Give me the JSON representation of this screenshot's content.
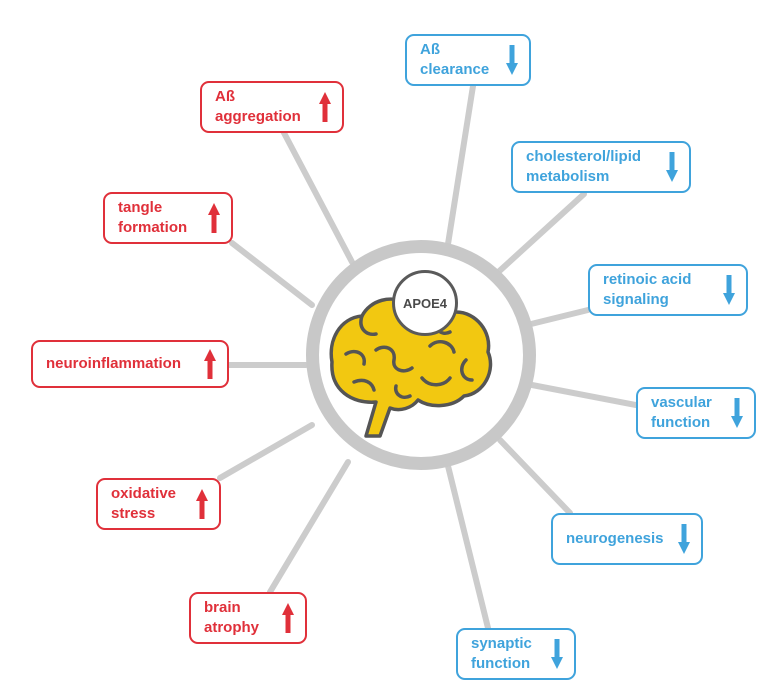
{
  "center": {
    "label": "APOE4",
    "icon": "brain-icon",
    "brain_color": "#f2c811"
  },
  "colors": {
    "increase": "#e0303a",
    "decrease": "#3fa3dc",
    "connector": "#cccccc"
  },
  "increased": [
    {
      "id": "ab-aggregation",
      "label": "Aß\naggregation",
      "direction": "up"
    },
    {
      "id": "tangle-formation",
      "label": "tangle\nformation",
      "direction": "up"
    },
    {
      "id": "neuroinflammation",
      "label": "neuroinflammation",
      "direction": "up"
    },
    {
      "id": "oxidative-stress",
      "label": "oxidative\nstress",
      "direction": "up"
    },
    {
      "id": "brain-atrophy",
      "label": "brain\natrophy",
      "direction": "up"
    }
  ],
  "decreased": [
    {
      "id": "ab-clearance",
      "label": "Aß\nclearance",
      "direction": "down"
    },
    {
      "id": "cholesterol-lipid-metabolism",
      "label": "cholesterol/lipid\nmetabolism",
      "direction": "down"
    },
    {
      "id": "retinoic-acid-signaling",
      "label": "retinoic acid\nsignaling",
      "direction": "down"
    },
    {
      "id": "vascular-function",
      "label": "vascular\nfunction",
      "direction": "down"
    },
    {
      "id": "neurogenesis",
      "label": "neurogenesis",
      "direction": "down"
    },
    {
      "id": "synaptic-function",
      "label": "synaptic\nfunction",
      "direction": "down"
    }
  ]
}
